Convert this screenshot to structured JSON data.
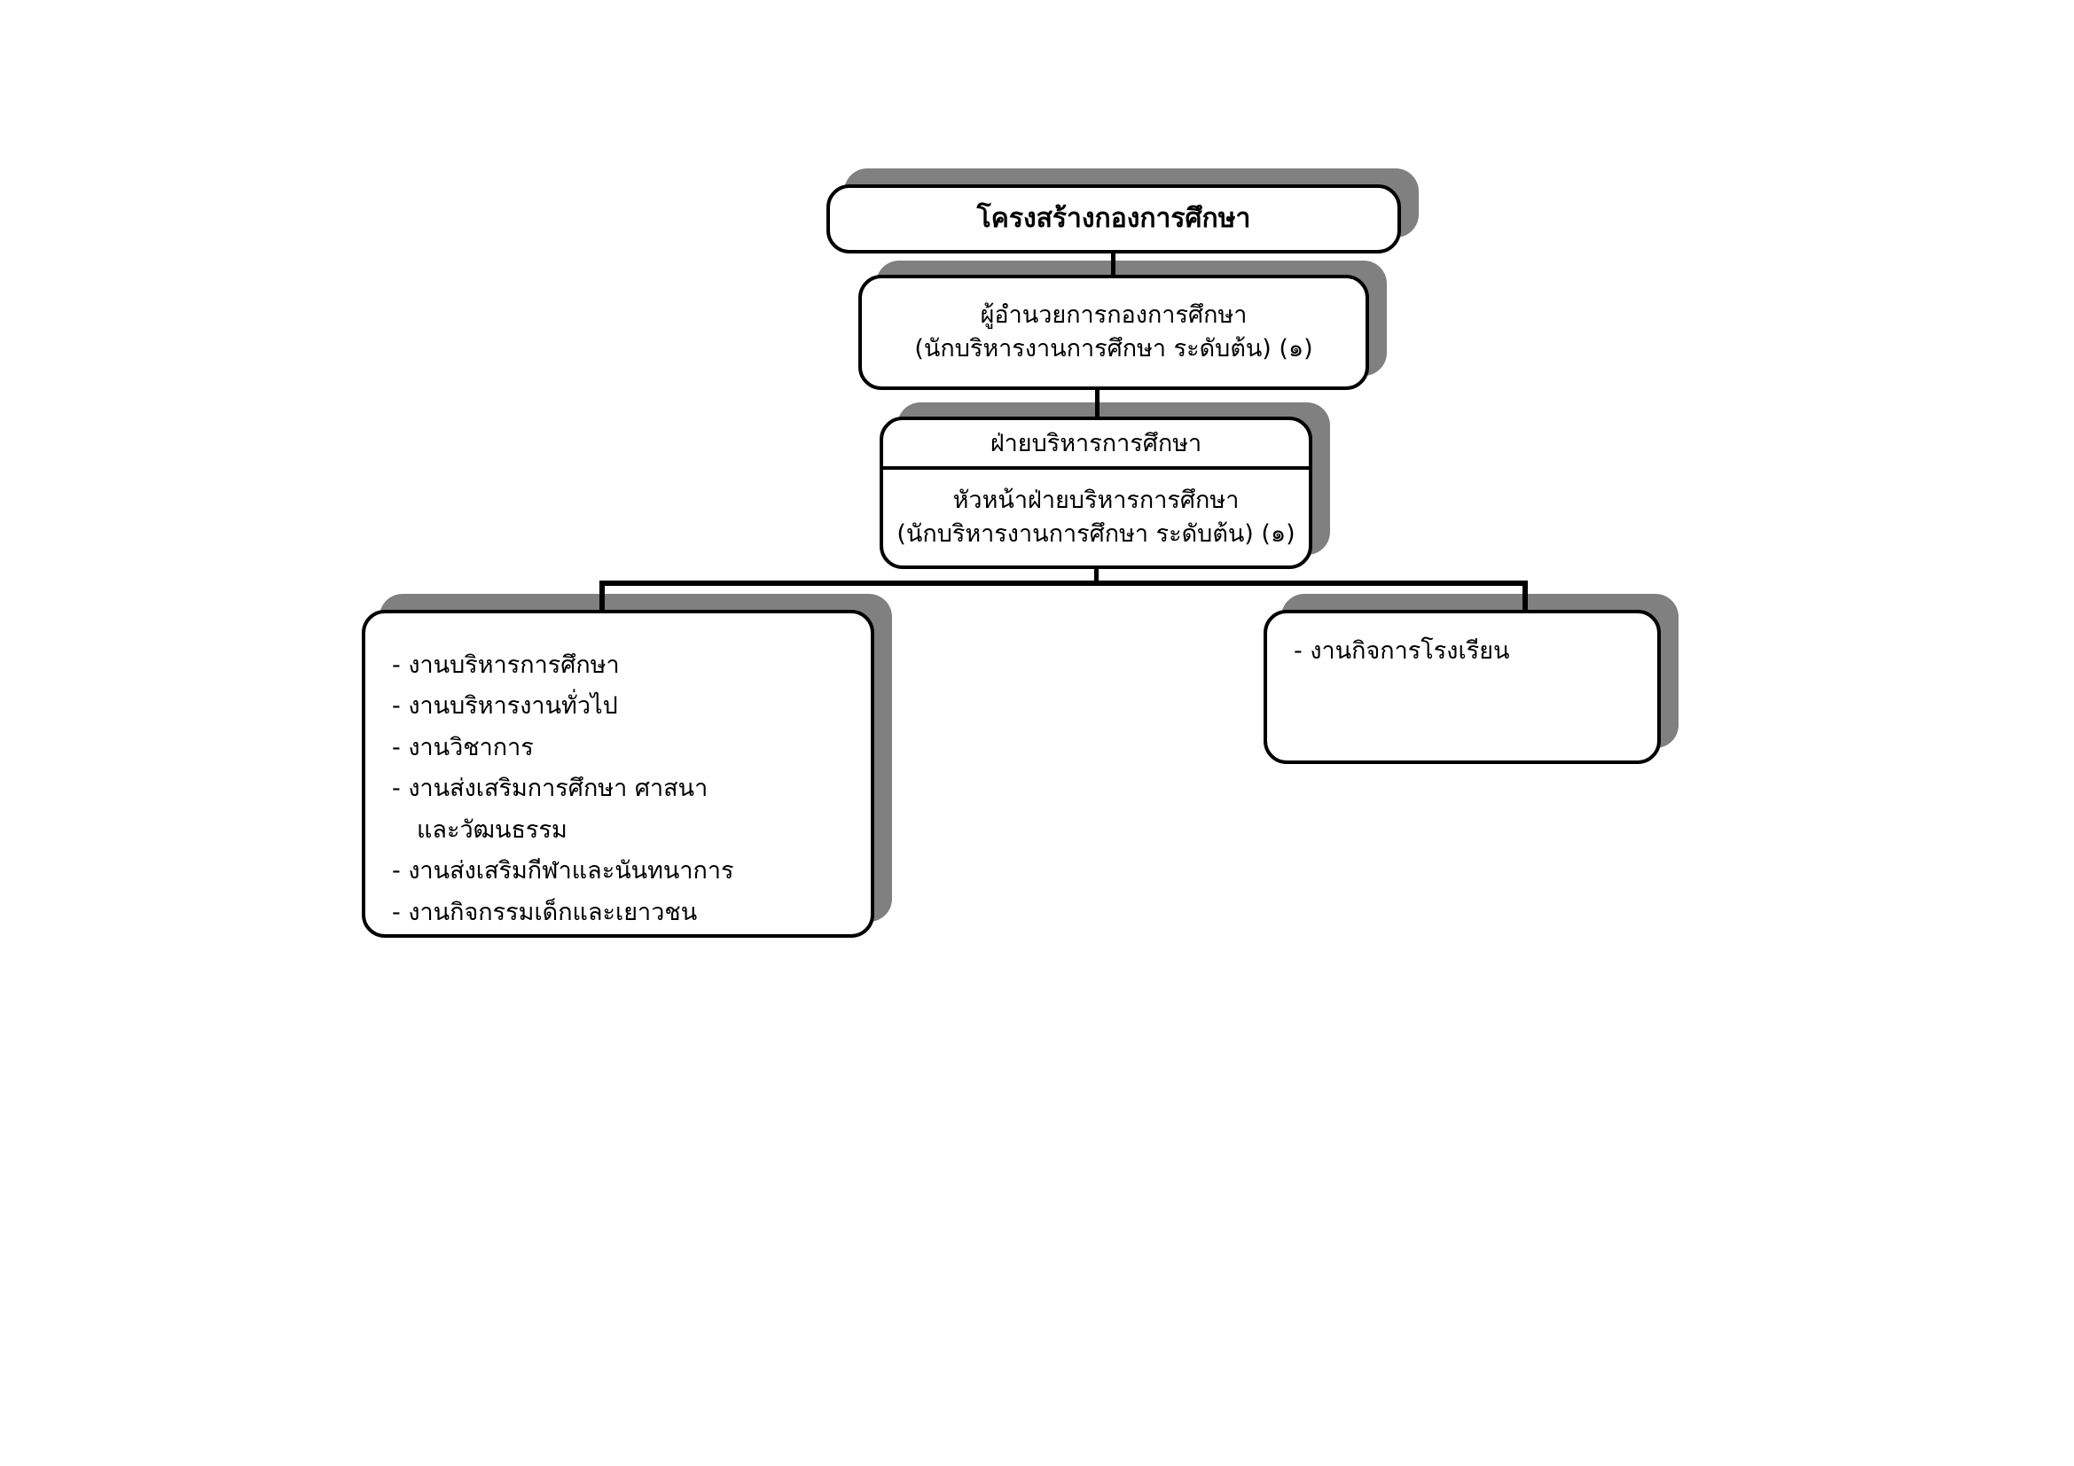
{
  "chart": {
    "type": "org-chart",
    "title": "โครงสร้างกองการศึกษา",
    "nodes": {
      "title": {
        "label": "โครงสร้างกองการศึกษา"
      },
      "director": {
        "line1": "ผู้อำนวยการกองการศึกษา",
        "line2": "(นักบริหารงานการศึกษา ระดับต้น) (๑)"
      },
      "division": {
        "header": "ฝ่ายบริหารการศึกษา",
        "line1": "หัวหน้าฝ่ายบริหารการศึกษา",
        "line2": "(นักบริหารงานการศึกษา ระดับต้น) (๑)"
      },
      "tasks_left": {
        "items": [
          "-  งานบริหารการศึกษา",
          "-  งานบริหารงานทั่วไป",
          "-  งานวิชาการ",
          "-  งานส่งเสริมการศึกษา ศาสนา",
          "และวัฒนธรรม",
          "-  งานส่งเสริมกีฬาและนันทนาการ",
          "-  งานกิจกรรมเด็กและเยาวชน"
        ]
      },
      "tasks_right": {
        "items": [
          "-  งานกิจการโรงเรียน"
        ]
      }
    },
    "colors": {
      "background": "#ffffff",
      "border": "#000000",
      "shadow": "#808080",
      "text": "#000000"
    }
  }
}
